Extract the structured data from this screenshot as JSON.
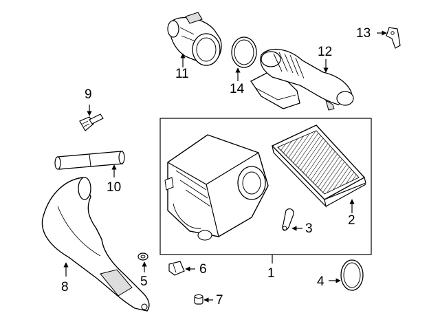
{
  "diagram": {
    "kind": "parts exploded view",
    "subject": "air intake / air cleaner assembly",
    "colors": {
      "line": "#000000",
      "fill": "#ffffff",
      "shade": "#d9d9d9",
      "dark": "#555555"
    },
    "callouts": {
      "c1": "1",
      "c2": "2",
      "c3": "3",
      "c4": "4",
      "c5": "5",
      "c6": "6",
      "c7": "7",
      "c8": "8",
      "c9": "9",
      "c10": "10",
      "c11": "11",
      "c12": "12",
      "c13": "13",
      "c14": "14"
    }
  }
}
